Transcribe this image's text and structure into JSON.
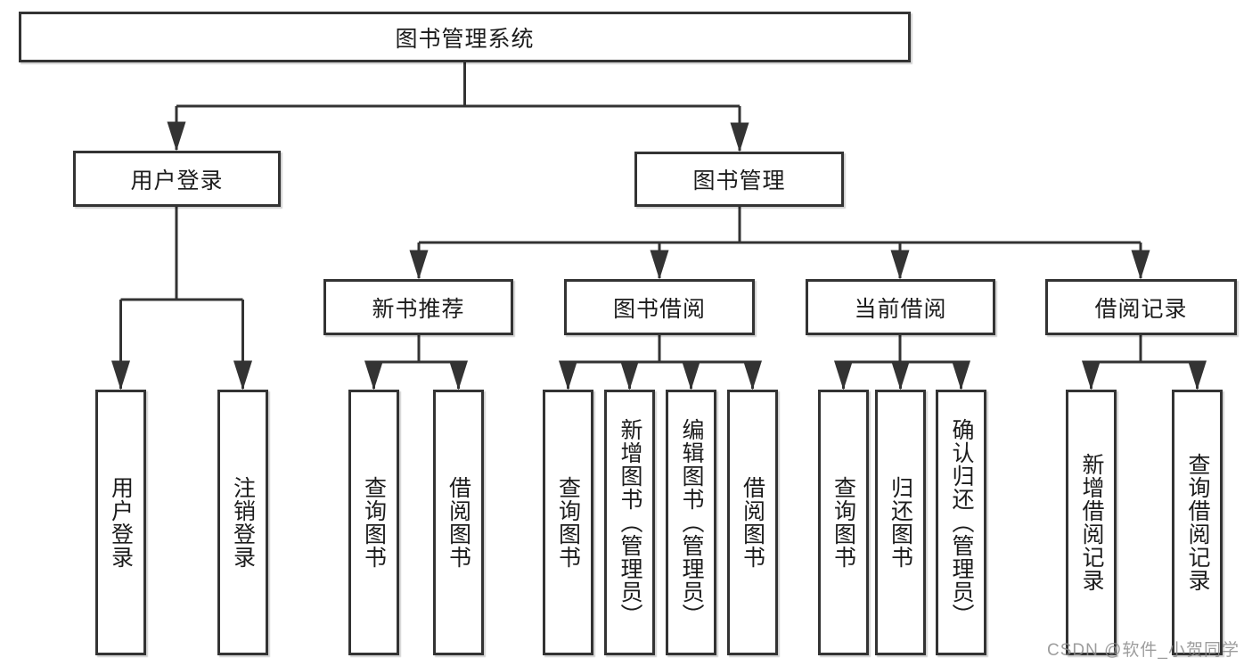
{
  "diagram": {
    "root": {
      "label": "图书管理系统"
    },
    "level2": [
      {
        "label": "用户登录"
      },
      {
        "label": "图书管理"
      }
    ],
    "level3": [
      {
        "label": "新书推荐",
        "parent": "图书管理"
      },
      {
        "label": "图书借阅",
        "parent": "图书管理"
      },
      {
        "label": "当前借阅",
        "parent": "图书管理"
      },
      {
        "label": "借阅记录",
        "parent": "图书管理"
      }
    ],
    "leaves": [
      {
        "label": "用户登录",
        "parent": "用户登录"
      },
      {
        "label": "注销登录",
        "parent": "用户登录"
      },
      {
        "label": "查询图书",
        "parent": "新书推荐"
      },
      {
        "label": "借阅图书",
        "parent": "新书推荐"
      },
      {
        "label": "查询图书",
        "parent": "图书借阅"
      },
      {
        "label": "新增图书（管理员）",
        "parent": "图书借阅"
      },
      {
        "label": "编辑图书（管理员）",
        "parent": "图书借阅"
      },
      {
        "label": "借阅图书",
        "parent": "图书借阅"
      },
      {
        "label": "查询图书",
        "parent": "当前借阅"
      },
      {
        "label": "归还图书",
        "parent": "当前借阅"
      },
      {
        "label": "确认归还（管理员）",
        "parent": "当前借阅"
      },
      {
        "label": "新增借阅记录",
        "parent": "借阅记录"
      },
      {
        "label": "查询借阅记录",
        "parent": "借阅记录"
      }
    ],
    "watermark": "CSDN @软件_小贺同学",
    "colors": {
      "line": "#333333",
      "text": "#1c1c1c",
      "box_bg": "#ffffff",
      "watermark": "#8c8c8c"
    }
  }
}
